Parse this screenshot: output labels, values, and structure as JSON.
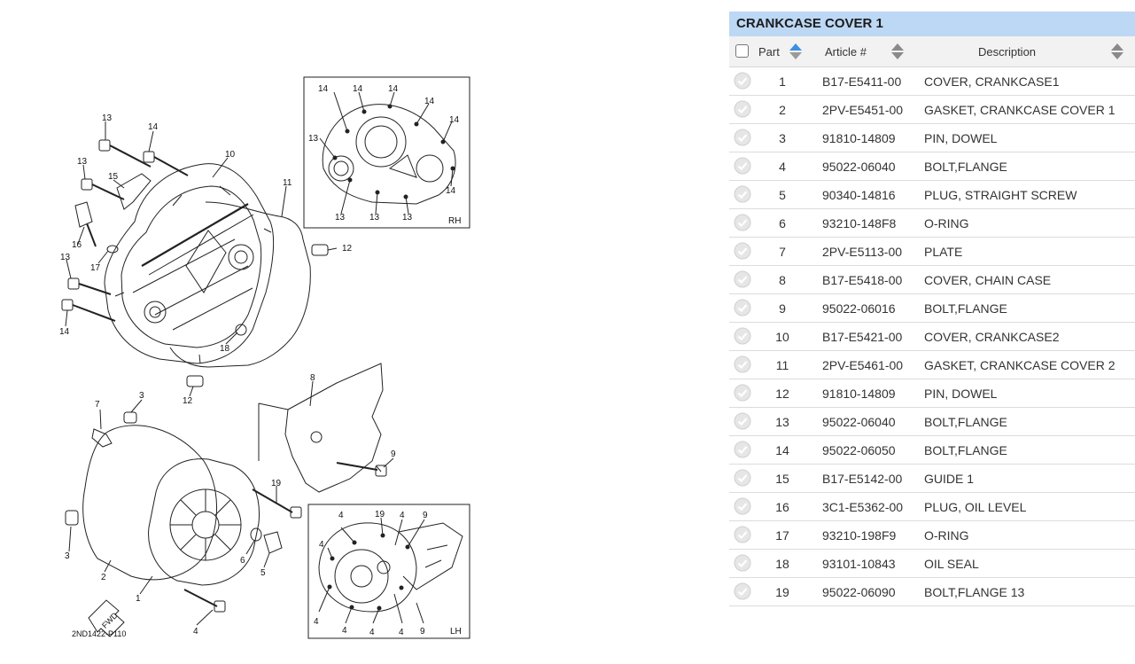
{
  "diagram": {
    "code": "2ND1422-P110",
    "rh_label": "RH",
    "lh_label": "LH",
    "fwd_label": "FWD",
    "callouts": {
      "c1": "1",
      "c2": "2",
      "c3": "3",
      "c4": "4",
      "c5": "5",
      "c6": "6",
      "c7": "7",
      "c8": "8",
      "c9": "9",
      "c10": "10",
      "c11": "11",
      "c12": "12",
      "c13": "13",
      "c14": "14",
      "c15": "15",
      "c16": "16",
      "c17": "17",
      "c18": "18",
      "c19": "19"
    }
  },
  "panel": {
    "title": "CRANKCASE COVER 1",
    "columns": {
      "part": "Part",
      "article": "Article #",
      "description": "Description"
    },
    "rows": [
      {
        "part": "1",
        "article": "B17-E5411-00",
        "description": "COVER, CRANKCASE1"
      },
      {
        "part": "2",
        "article": "2PV-E5451-00",
        "description": "GASKET, CRANKCASE COVER 1"
      },
      {
        "part": "3",
        "article": "91810-14809",
        "description": "PIN, DOWEL"
      },
      {
        "part": "4",
        "article": "95022-06040",
        "description": "BOLT,FLANGE"
      },
      {
        "part": "5",
        "article": "90340-14816",
        "description": "PLUG, STRAIGHT SCREW"
      },
      {
        "part": "6",
        "article": "93210-148F8",
        "description": "O-RING"
      },
      {
        "part": "7",
        "article": "2PV-E5113-00",
        "description": "PLATE"
      },
      {
        "part": "8",
        "article": "B17-E5418-00",
        "description": "COVER, CHAIN CASE"
      },
      {
        "part": "9",
        "article": "95022-06016",
        "description": "BOLT,FLANGE"
      },
      {
        "part": "10",
        "article": "B17-E5421-00",
        "description": "COVER, CRANKCASE2"
      },
      {
        "part": "11",
        "article": "2PV-E5461-00",
        "description": "GASKET, CRANKCASE COVER 2"
      },
      {
        "part": "12",
        "article": "91810-14809",
        "description": "PIN, DOWEL"
      },
      {
        "part": "13",
        "article": "95022-06040",
        "description": "BOLT,FLANGE"
      },
      {
        "part": "14",
        "article": "95022-06050",
        "description": "BOLT,FLANGE"
      },
      {
        "part": "15",
        "article": "B17-E5142-00",
        "description": "GUIDE 1"
      },
      {
        "part": "16",
        "article": "3C1-E5362-00",
        "description": "PLUG, OIL LEVEL"
      },
      {
        "part": "17",
        "article": "93210-198F9",
        "description": "O-RING"
      },
      {
        "part": "18",
        "article": "93101-10843",
        "description": "OIL SEAL"
      },
      {
        "part": "19",
        "article": "95022-06090",
        "description": "BOLT,FLANGE 13"
      }
    ]
  }
}
